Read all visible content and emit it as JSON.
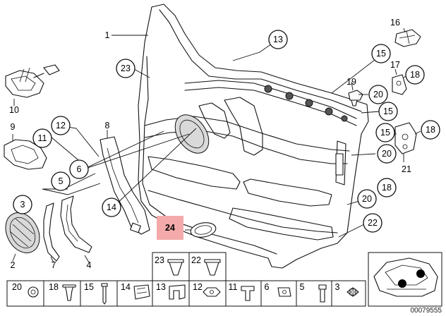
{
  "callouts": {
    "c1": "1",
    "c2": "2",
    "c3": "3",
    "c4": "4",
    "c5": "5",
    "c6": "6",
    "c7": "7",
    "c8": "8",
    "c9": "9",
    "c10": "10",
    "c11": "11",
    "c12": "12",
    "c13": "13",
    "c14": "14",
    "c15a": "15",
    "c15b": "15",
    "c15c": "15",
    "c16": "16",
    "c17": "17",
    "c18a": "18",
    "c18b": "18",
    "c18c": "18",
    "c19": "19",
    "c20a": "20",
    "c20b": "20",
    "c20c": "20",
    "c21": "21",
    "c22": "22",
    "c23": "23",
    "c24": "24"
  },
  "grid": {
    "top": [
      "23",
      "22"
    ],
    "bottom": [
      "20",
      "18",
      "15",
      "14",
      "13",
      "12",
      "11",
      "6",
      "5",
      "3"
    ]
  },
  "reference_number": "00079555",
  "colors": {
    "highlight": "#f4aaaa",
    "line": "#111111"
  }
}
